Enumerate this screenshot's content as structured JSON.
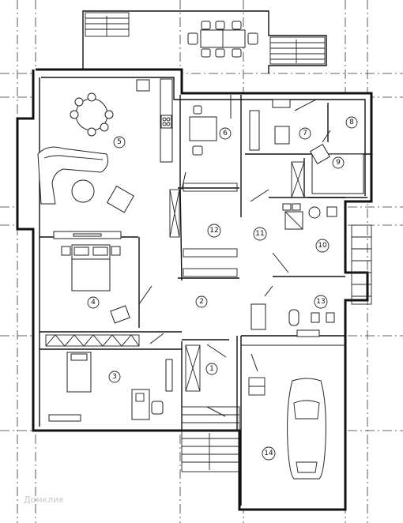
{
  "rooms": [
    {
      "id": "1",
      "label": "1"
    },
    {
      "id": "2",
      "label": "2"
    },
    {
      "id": "3",
      "label": "3"
    },
    {
      "id": "4",
      "label": "4"
    },
    {
      "id": "5",
      "label": "5"
    },
    {
      "id": "6",
      "label": "6"
    },
    {
      "id": "7",
      "label": "7"
    },
    {
      "id": "8",
      "label": "8"
    },
    {
      "id": "9",
      "label": "9"
    },
    {
      "id": "10",
      "label": "10"
    },
    {
      "id": "11",
      "label": "11"
    },
    {
      "id": "12",
      "label": "12"
    },
    {
      "id": "13",
      "label": "13"
    },
    {
      "id": "14",
      "label": "14"
    }
  ],
  "watermark": "Домклик"
}
